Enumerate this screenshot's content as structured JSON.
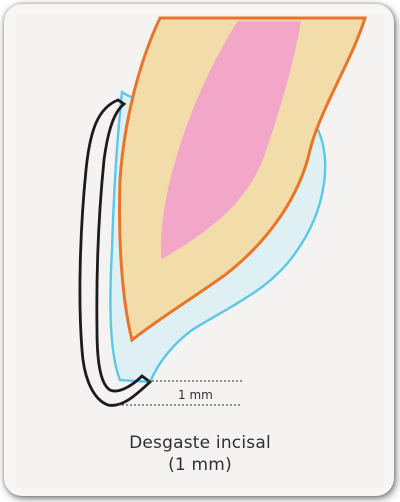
{
  "figure": {
    "measurement_label": "1 mm",
    "caption_line1": "Desgaste incisal",
    "caption_line2": "(1 mm)"
  },
  "colors": {
    "dentin": "#f1dcaa",
    "pulp": "#f2a6c8",
    "enamel_outline": "#5cc8e8",
    "enamel_fill": "#dff0f4",
    "dentin_outline": "#e8762a",
    "veneer_outline": "#1e1a1e",
    "measure_line": "#555555"
  }
}
